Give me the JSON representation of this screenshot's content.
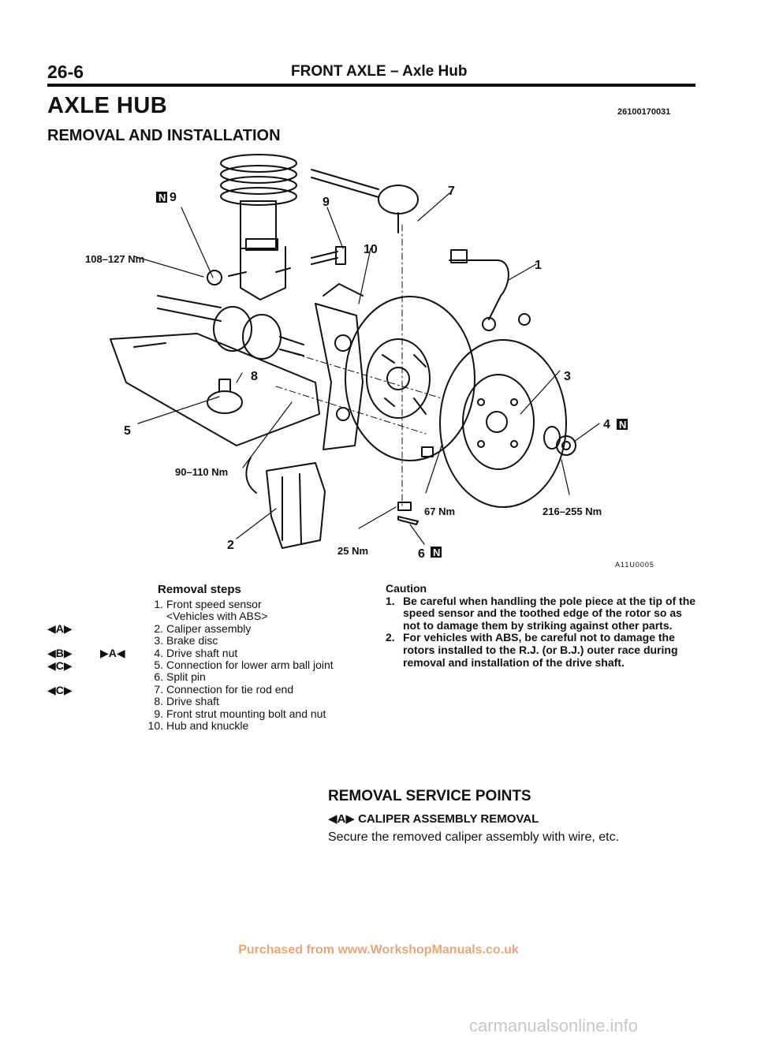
{
  "header": {
    "page_number": "26-6",
    "running_title": "FRONT AXLE – Axle Hub"
  },
  "section": {
    "title": "AXLE HUB",
    "subtitle": "REMOVAL AND INSTALLATION",
    "doc_code": "26100170031"
  },
  "diagram": {
    "figure_code": "A11U0005",
    "callouts": {
      "n1": "1",
      "n2": "2",
      "n3": "3",
      "n4": "4",
      "n5": "5",
      "n6": "6",
      "n7": "7",
      "n8": "8",
      "n9a": "9",
      "n9b": "9",
      "n10": "10"
    },
    "torques": {
      "t1": "108–127 Nm",
      "t2": "90–110 Nm",
      "t3": "67 Nm",
      "t4": "216–255 Nm",
      "t5": "25 Nm"
    },
    "new_part_marker": "N"
  },
  "removal_steps": {
    "title": "Removal steps",
    "steps": [
      {
        "num": "1.",
        "text": "Front speed sensor"
      },
      {
        "num": "",
        "text": "<Vehicles with ABS>"
      },
      {
        "num": "2.",
        "text": "Caliper assembly"
      },
      {
        "num": "3.",
        "text": "Brake disc"
      },
      {
        "num": "4.",
        "text": "Drive shaft nut"
      },
      {
        "num": "5.",
        "text": "Connection for lower arm ball joint"
      },
      {
        "num": "6.",
        "text": "Split pin"
      },
      {
        "num": "7.",
        "text": "Connection for tie rod end"
      },
      {
        "num": "8.",
        "text": "Drive shaft"
      },
      {
        "num": "9.",
        "text": "Front strut mounting bolt and nut"
      },
      {
        "num": "10.",
        "text": "Hub and knuckle"
      }
    ],
    "markers": {
      "m_a": "◀A▶",
      "m_b": "◀B▶",
      "m_a_inst": "▶A◀",
      "m_c1": "◀C▶",
      "m_c2": "◀C▶"
    }
  },
  "caution": {
    "title": "Caution",
    "items": [
      {
        "num": "1.",
        "text": "Be careful when handling the pole piece at the tip of the speed sensor and the toothed edge of the rotor so as not to damage them by striking against other parts."
      },
      {
        "num": "2.",
        "text": "For vehicles with ABS, be careful not to damage the rotors installed to the R.J. (or B.J.) outer race during removal and installation of the drive shaft."
      }
    ]
  },
  "removal_service_points": {
    "title": "REMOVAL SERVICE POINTS",
    "sub_marker": "◀A▶",
    "sub_title": "CALIPER ASSEMBLY REMOVAL",
    "text": "Secure the removed caliper assembly with wire, etc."
  },
  "watermark": "Purchased from www.WorkshopManuals.co.uk",
  "footer_logo": "carmanualsonline.info"
}
